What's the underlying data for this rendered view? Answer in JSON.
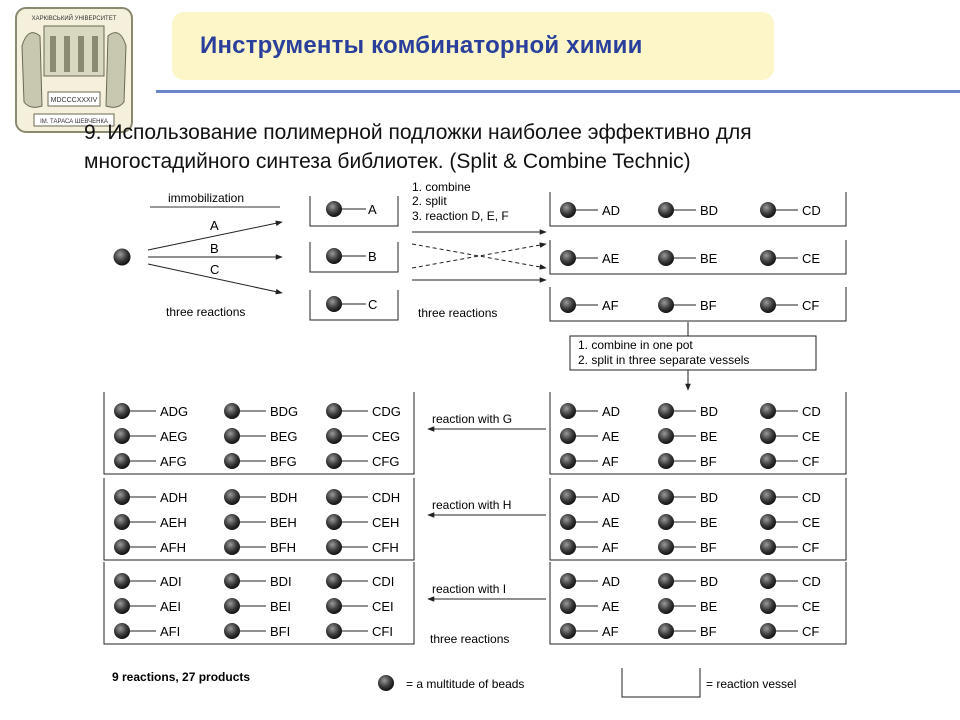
{
  "header": {
    "title": "Инструменты комбинаторной химии"
  },
  "logo": {
    "text_top": "ХАРКІВСЬКИЙ УНІВЕРСИТЕТ",
    "text_date": "MDCCCXXXIV",
    "text_bottom": "ІМ. ТАРАСА ШЕВЧЕНКА"
  },
  "body": {
    "line1": "9. Использование полимерной подложки наиболее эффективно для",
    "line2": "многостадийного синтеза библиотек. (Split & Combine Technic)"
  },
  "diagram": {
    "immobilization": "immobilization",
    "routes": [
      "A",
      "B",
      "C"
    ],
    "first_products": [
      "A",
      "B",
      "C"
    ],
    "three_reactions_1": "three reactions",
    "steps": [
      "1. combine",
      "2. split",
      "3. reaction D, E, F"
    ],
    "three_reactions_2": "three reactions",
    "vessels_2": [
      [
        "AD",
        "BD",
        "CD"
      ],
      [
        "AE",
        "BE",
        "CE"
      ],
      [
        "AF",
        "BF",
        "CF"
      ]
    ],
    "combine_box": [
      "1. combine in one pot",
      "2. split in three separate vessels"
    ],
    "right_vessels": [
      [
        "AD",
        "BD",
        "CD"
      ],
      [
        "AE",
        "BE",
        "CE"
      ],
      [
        "AF",
        "BF",
        "CF"
      ]
    ],
    "reactions": [
      "reaction with G",
      "reaction with H",
      "reaction with I"
    ],
    "three_reactions_3": "three reactions",
    "products": [
      [
        [
          "ADG",
          "BDG",
          "CDG"
        ],
        [
          "AEG",
          "BEG",
          "CEG"
        ],
        [
          "AFG",
          "BFG",
          "CFG"
        ]
      ],
      [
        [
          "ADH",
          "BDH",
          "CDH"
        ],
        [
          "AEH",
          "BEH",
          "CEH"
        ],
        [
          "AFH",
          "BFH",
          "CFH"
        ]
      ],
      [
        [
          "ADI",
          "BDI",
          "CDI"
        ],
        [
          "AEI",
          "BEI",
          "CEI"
        ],
        [
          "AFI",
          "BFI",
          "CFI"
        ]
      ]
    ],
    "summary": "9 reactions, 27 products",
    "legend_beads": "= a multitude of beads",
    "legend_vessel": "= reaction vessel"
  }
}
